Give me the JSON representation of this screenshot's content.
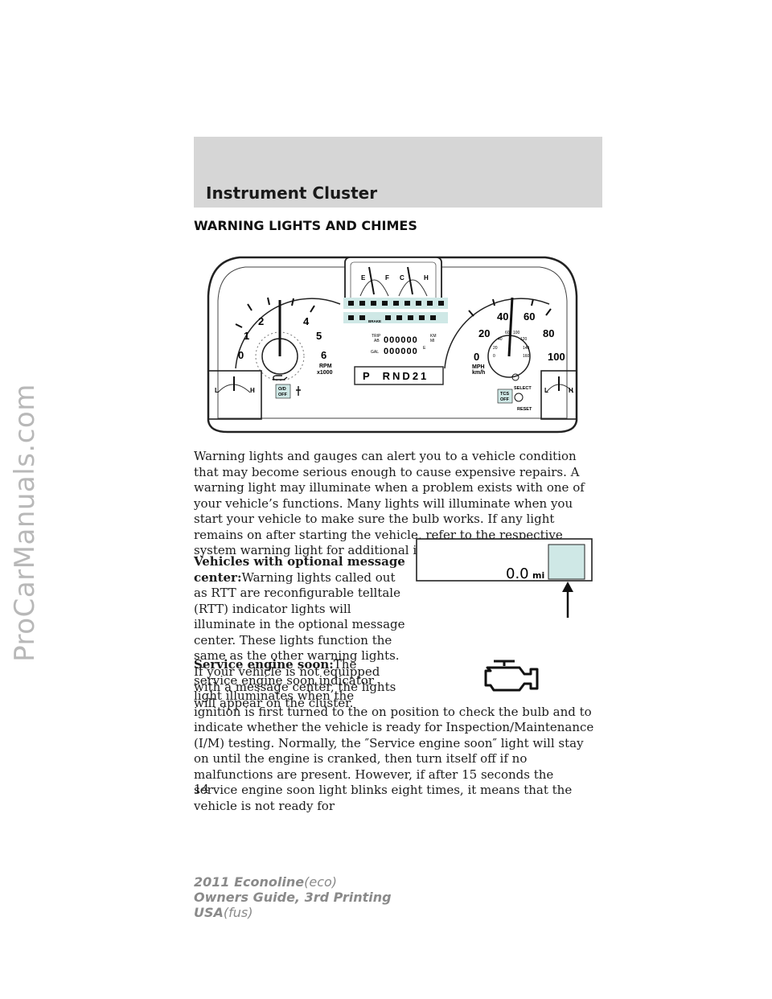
{
  "watermark": "ProCarManuals.com",
  "header": {
    "title": "Instrument Cluster"
  },
  "section_title": "WARNING LIGHTS AND CHIMES",
  "cluster": {
    "tach_numbers": [
      "0",
      "1",
      "2",
      "4",
      "5",
      "6"
    ],
    "tach_unit": "RPM",
    "tach_unit2": "x1000",
    "fuel_labels": [
      "E",
      "F"
    ],
    "temp_labels": [
      "C",
      "H"
    ],
    "odo_top_label": "TRIP",
    "odo_top_label2": "AB",
    "odo_top_digits": "000000",
    "odo_top_unit": "KM",
    "odo_top_unit2": "MI",
    "odo_bottom_label": "GAL",
    "odo_bottom_digits": "000000",
    "odo_bottom_unit": "E",
    "brake_label": "BRAKE",
    "gear_display": "P  RND21",
    "speed_numbers": [
      "0",
      "20",
      "40",
      "60",
      "80",
      "100"
    ],
    "kmh_numbers": [
      "0",
      "20",
      "40",
      "60",
      "100",
      "120",
      "140",
      "160"
    ],
    "speed_unit": "MPH",
    "speed_unit2": "km/h",
    "od_off": "O/D",
    "od_off2": "OFF",
    "tcs_off": "TCS",
    "tcs_off2": "OFF",
    "select_label": "SELECT",
    "reset_label": "RESET",
    "left_gauge_labels": [
      "L",
      "H"
    ],
    "right_gauge_labels": [
      "L",
      "H"
    ]
  },
  "paragraphs": {
    "intro": "Warning lights and gauges can alert you to a vehicle condition that may become serious enough to cause expensive repairs. A warning light may illuminate when a problem exists with one of your vehicle’s functions. Many lights will illuminate when you start your vehicle to make sure the bulb works. If any light remains on after starting the vehicle, refer to the respective system warning light for additional information.",
    "msg_title": "Vehicles with optional message center:",
    "msg_body": "Warning lights called out as RTT are reconfigurable telltale (RTT) indicator lights will illuminate in the optional message center. These lights function the same as the other warning lights. If your vehicle is not equipped with a message center, the lights will appear on the cluster.",
    "engine_title": "Service engine soon:",
    "engine_body": "The service engine soon indicator light illuminates when the ignition is first turned to the on position to check the bulb and to indicate whether the vehicle is ready for Inspection/Maintenance (I/M) testing. Normally, the ″Service engine soon″ light will stay on until the engine is cranked, then turn itself off if no malfunctions are present. However, if after 15 seconds the service engine soon light blinks eight times, it means that the vehicle is not ready for"
  },
  "message_center": {
    "display": "0.0",
    "unit": "mi"
  },
  "page_number": "14",
  "footer": {
    "model": "2011 Econoline",
    "model_code": "(eco)",
    "guide": "Owners Guide, 3rd Printing",
    "market": "USA",
    "market_code": "(fus)"
  }
}
